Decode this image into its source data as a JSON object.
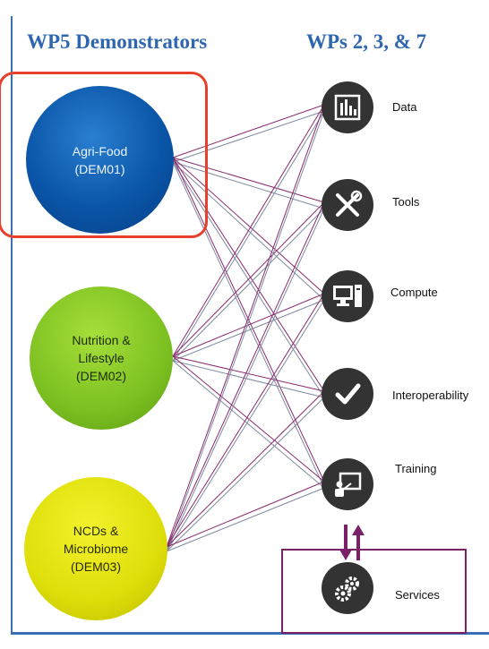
{
  "headings": {
    "left": "WP5 Demonstrators",
    "right": "WPs 2, 3, & 7"
  },
  "demonstrators": [
    {
      "name": "Agri-Food",
      "code": "(DEM01)"
    },
    {
      "name": "Nutrition &",
      "name2": "Lifestyle",
      "code": "(DEM02)"
    },
    {
      "name": "NCDs &",
      "name2": "Microbiome",
      "code": "(DEM03)"
    }
  ],
  "services": [
    {
      "label": "Data",
      "icon": "bar-chart-icon"
    },
    {
      "label": "Tools",
      "icon": "tools-icon"
    },
    {
      "label": "Compute",
      "icon": "computer-icon"
    },
    {
      "label": "Interoperability",
      "icon": "checkmark-icon"
    },
    {
      "label": "Training",
      "icon": "presenter-icon"
    },
    {
      "label": "Services",
      "icon": "gears-icon"
    }
  ],
  "colors": {
    "heading": "#2f66b0",
    "highlight": "#e8402c",
    "link_purple": "#8a2a6e",
    "link_gray": "#7f8aa0",
    "services_border": "#7a2268",
    "node": "#333333"
  }
}
